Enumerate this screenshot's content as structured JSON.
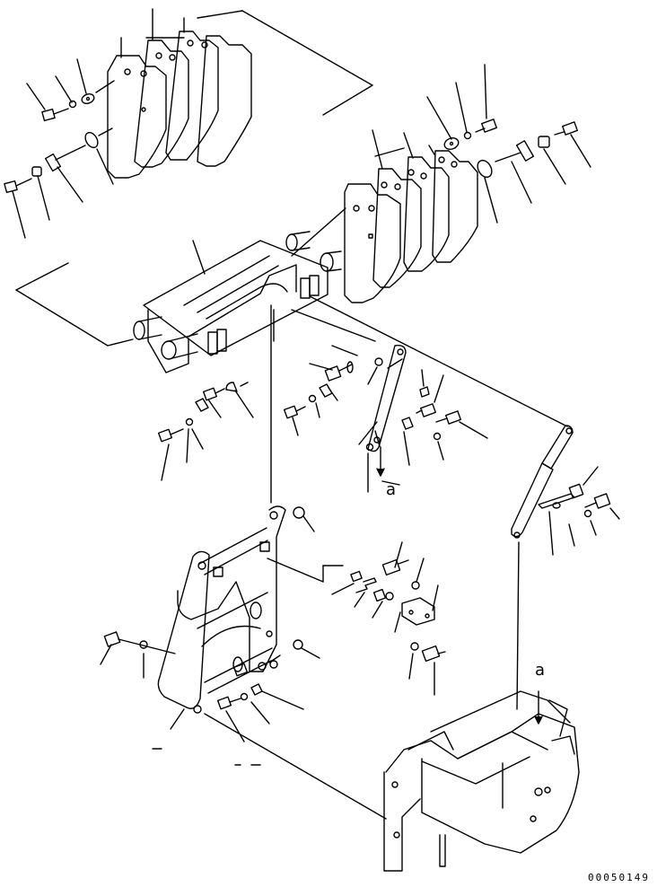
{
  "diagram": {
    "view_labels": [
      "a",
      "a"
    ],
    "drawing_number": "00050149",
    "colors": {
      "line": "#000000",
      "background": "#ffffff"
    }
  }
}
